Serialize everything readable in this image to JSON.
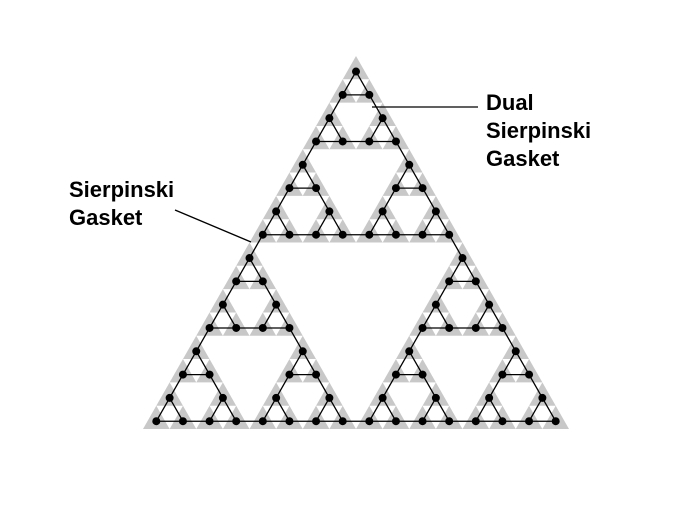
{
  "diagram": {
    "gasket_fill": "#c8c8c8",
    "hole_fill": "#ffffff",
    "edge_color": "#000000",
    "node_color": "#000000",
    "recursion_depth": 4
  },
  "labels": {
    "dual": {
      "lines": [
        "Dual",
        "Sierpinski",
        "Gasket"
      ]
    },
    "gasket": {
      "lines": [
        "Sierpinski",
        "Gasket"
      ]
    }
  }
}
